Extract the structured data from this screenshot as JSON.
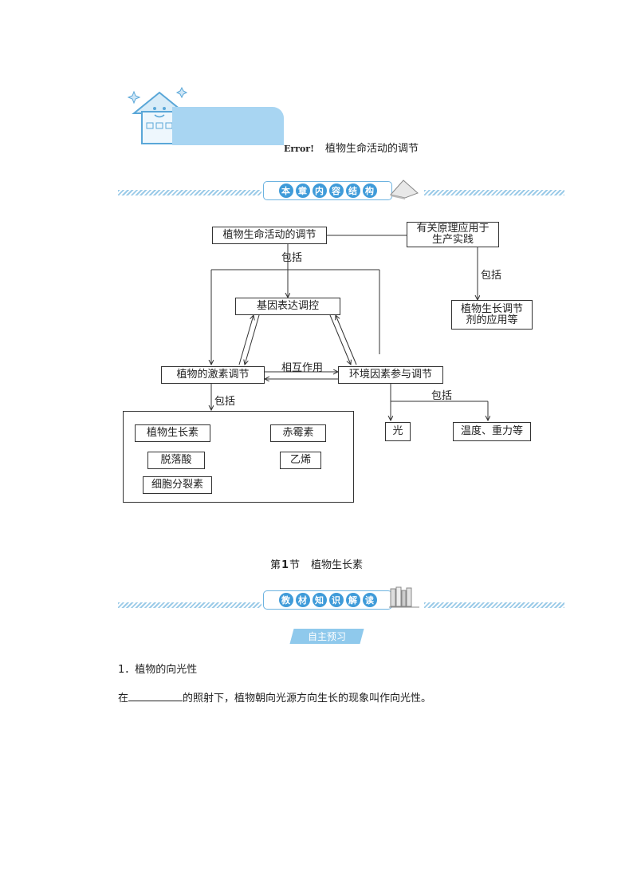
{
  "chapter": {
    "error_text": "Error!",
    "title": "植物生命活动的调节"
  },
  "banner1": {
    "chars": [
      "本",
      "章",
      "内",
      "容",
      "结",
      "构"
    ]
  },
  "banner2": {
    "chars": [
      "教",
      "材",
      "知",
      "识",
      "解",
      "读"
    ]
  },
  "diagram": {
    "root": "植物生命活动的调节",
    "apply": "有关原理应用于生产实践",
    "gene": "基因表达调控",
    "hormone": "植物的激素调节",
    "env": "环境因素参与调节",
    "growth_reg": "植物生长调节剂的应用等",
    "light": "光",
    "temp": "温度、重力等",
    "include": "包括",
    "interact": "相互作用",
    "hormones": [
      "植物生长素",
      "赤霉素",
      "脱落酸",
      "乙烯",
      "细胞分裂素"
    ]
  },
  "section": {
    "prefix": "第",
    "num": "1",
    "suffix": "节",
    "title": "植物生长素"
  },
  "pill": "自主预习",
  "heading": "1．植物的向光性",
  "para": {
    "before": "在",
    "after": "的照射下，植物朝向光源方向生长的现象叫作向光性。"
  }
}
